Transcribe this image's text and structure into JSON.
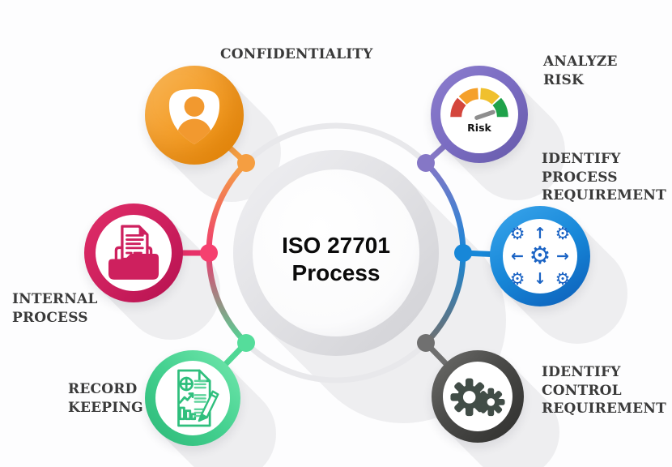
{
  "center": {
    "title_line1": "ISO 27701",
    "title_line2": "Process"
  },
  "labels": {
    "confidentiality": {
      "lines": [
        "CONFIDENTIALITY"
      ]
    },
    "analyze_risk": {
      "lines": [
        "ANALYZE",
        "RISK"
      ]
    },
    "identify_process_requirement": {
      "lines": [
        "IDENTIFY",
        "PROCESS",
        "REQUIREMENT"
      ]
    },
    "identify_control_requirement": {
      "lines": [
        "IDENTIFY",
        "CONTROL",
        "REQUIREMENT"
      ]
    },
    "record_keeping": {
      "lines": [
        "RECORD",
        "KEEPING"
      ]
    },
    "internal_process": {
      "lines": [
        "INTERNAL",
        "PROCESS"
      ]
    }
  },
  "gauge": {
    "label": "Risk",
    "segment_colors": [
      "#D4463C",
      "#F5A02A",
      "#F0C02E",
      "#1FA24A"
    ],
    "needle_color": "#8E8E8E"
  },
  "glyphs": {
    "gear": "⚙",
    "arrow_up": "↑",
    "arrow_down": "↓",
    "arrow_left": "←",
    "arrow_right": "→"
  },
  "palette": {
    "confidentiality": "#F49C2D",
    "analyze_risk": "#7A6CC2",
    "identify_process_requirement": "#1787D8",
    "identify_control_requirement": "#414D47",
    "record_keeping": "#3ECC8A",
    "internal_process": "#CE205E",
    "ring_light_gray": "#e8e8eb",
    "center_ring_gray": "#dcdcdf"
  }
}
